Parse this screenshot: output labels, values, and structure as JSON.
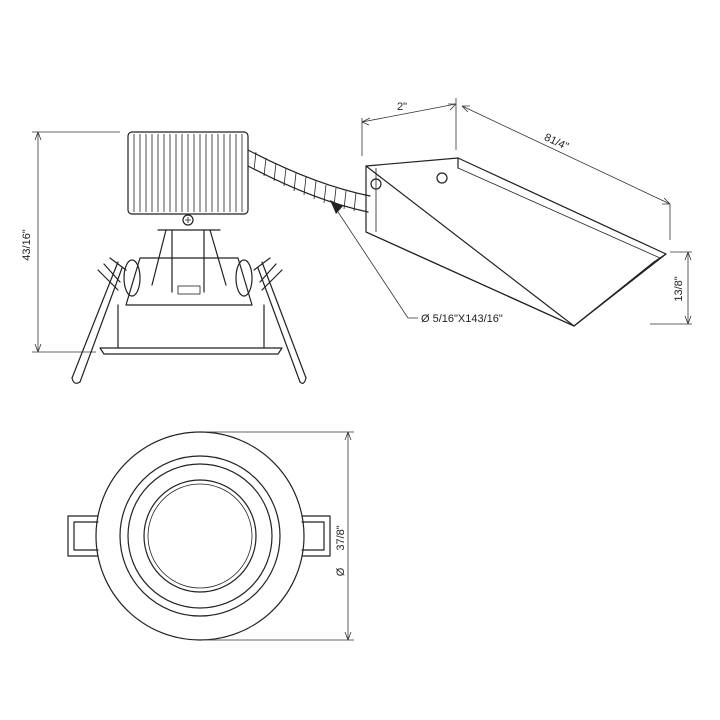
{
  "dimensions": {
    "height": "43/16\"",
    "box_width": "2\"",
    "box_length": "81/4\"",
    "box_height": "13/8\"",
    "conduit": "Ø 5/16\"X143/16\"",
    "diameter_symbol": "Ø",
    "diameter": "37/8\""
  },
  "colors": {
    "line": "#222222",
    "background": "#ffffff"
  }
}
